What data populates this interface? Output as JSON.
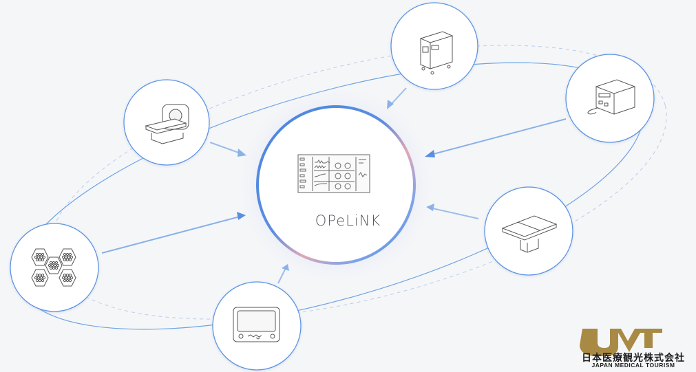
{
  "hub": {
    "label": "OPeLiNK",
    "icon": "surgical-dashboard-icon"
  },
  "devices": [
    {
      "name": "mri-scanner",
      "icon": "mri-scanner-icon"
    },
    {
      "name": "ultrasound-cart",
      "icon": "ultrasound-cart-icon"
    },
    {
      "name": "control-box",
      "icon": "control-box-icon"
    },
    {
      "name": "surgical-lights",
      "icon": "surgical-light-icon"
    },
    {
      "name": "patient-monitor",
      "icon": "patient-monitor-icon"
    },
    {
      "name": "operating-table",
      "icon": "operating-table-icon"
    }
  ],
  "logo": {
    "mark": "JMT",
    "japanese": "日本医療観光株式会社",
    "english": "JAPAN MEDICAL TOURISM"
  },
  "colors": {
    "background": "#f5f6f8",
    "line": "#6ea3e6",
    "hub_ring_blue": "#4a86e0",
    "hub_ring_pink": "#e0a7b6",
    "logo_gold": "#a88a45"
  }
}
